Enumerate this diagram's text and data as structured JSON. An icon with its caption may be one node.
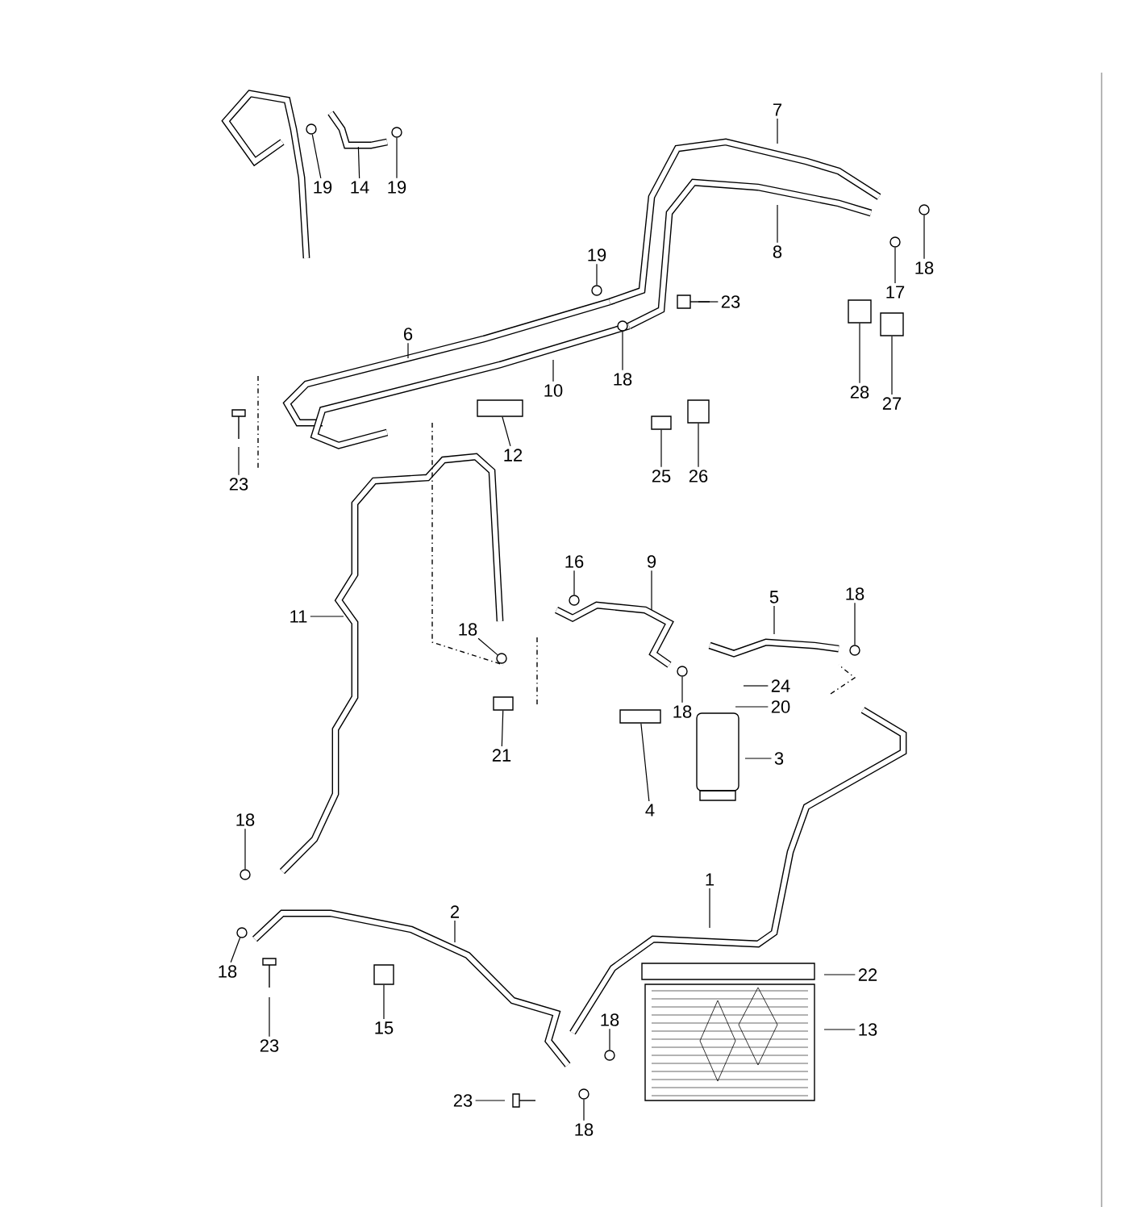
{
  "diagram": {
    "nodes": [
      {
        "text": [
          "19"
        ]
      },
      {
        "text": [
          "14"
        ]
      },
      {
        "text": [
          "19"
        ]
      },
      {
        "text": [
          "7"
        ]
      },
      {
        "text": [
          "8"
        ]
      },
      {
        "text": [
          "18"
        ]
      },
      {
        "text": [
          "17"
        ]
      },
      {
        "text": [
          "19"
        ]
      },
      {
        "text": [
          "23"
        ]
      },
      {
        "text": [
          "18"
        ]
      },
      {
        "text": [
          "6"
        ]
      },
      {
        "text": [
          "10"
        ]
      },
      {
        "text": [
          "28"
        ]
      },
      {
        "text": [
          "27"
        ]
      },
      {
        "text": [
          "12"
        ]
      },
      {
        "text": [
          "25"
        ]
      },
      {
        "text": [
          "26"
        ]
      },
      {
        "text": [
          "23"
        ]
      },
      {
        "text": [
          "16"
        ]
      },
      {
        "text": [
          "9"
        ]
      },
      {
        "text": [
          "11"
        ]
      },
      {
        "text": [
          "5"
        ]
      },
      {
        "text": [
          "18"
        ]
      },
      {
        "text": [
          "18"
        ]
      },
      {
        "text": [
          "24"
        ]
      },
      {
        "text": [
          "18"
        ]
      },
      {
        "text": [
          "20"
        ]
      },
      {
        "text": [
          "21"
        ]
      },
      {
        "text": [
          "3"
        ]
      },
      {
        "text": [
          "4"
        ]
      },
      {
        "text": [
          "18"
        ]
      },
      {
        "text": [
          "1"
        ]
      },
      {
        "text": [
          "2"
        ]
      },
      {
        "text": [
          "18"
        ]
      },
      {
        "text": [
          "22"
        ]
      },
      {
        "text": [
          "23"
        ]
      },
      {
        "text": [
          "15"
        ]
      },
      {
        "text": [
          "13"
        ]
      },
      {
        "text": [
          "18"
        ]
      },
      {
        "text": [
          "23"
        ]
      },
      {
        "text": [
          "18"
        ]
      },
      {
        "text": [],
        "shape": "circle"
      },
      {
        "text": [],
        "shape": "circle"
      },
      {
        "text": [],
        "shape": "circle"
      },
      {
        "text": [],
        "shape": "circle"
      },
      {
        "text": [],
        "shape": "circle"
      },
      {
        "text": [],
        "shape": "circle"
      },
      {
        "text": [],
        "shape": "box"
      },
      {
        "text": [],
        "shape": "box"
      },
      {
        "text": [],
        "shape": "box"
      },
      {
        "text": [],
        "shape": "box"
      },
      {
        "text": [],
        "shape": "box"
      },
      {
        "text": [],
        "shape": "circle"
      },
      {
        "text": [],
        "shape": "circle"
      },
      {
        "text": [],
        "shape": "circle"
      },
      {
        "text": [],
        "shape": "circle"
      },
      {
        "text": [],
        "shape": "box"
      },
      {
        "text": [],
        "shape": "box"
      },
      {
        "text": [],
        "shape": "circle"
      },
      {
        "text": [],
        "shape": "circle"
      },
      {
        "text": [],
        "shape": "box"
      },
      {
        "text": [],
        "shape": "circle"
      },
      {
        "text": [],
        "shape": "circle"
      }
    ],
    "edges": [
      {
        "from": 0,
        "to": 41,
        "arrow": "none"
      },
      {
        "from": 1,
        "to": null,
        "arrow": "none"
      },
      {
        "from": 2,
        "to": 42,
        "arrow": "none"
      },
      {
        "from": 3,
        "to": null,
        "arrow": "none"
      },
      {
        "from": 4,
        "to": null,
        "arrow": "none"
      },
      {
        "from": 5,
        "to": 43,
        "arrow": "none"
      },
      {
        "from": 6,
        "to": 44,
        "arrow": "none"
      },
      {
        "from": 7,
        "to": 45,
        "arrow": "none"
      },
      {
        "from": 8,
        "to": null,
        "arrow": "none"
      },
      {
        "from": 9,
        "to": 46,
        "arrow": "none"
      },
      {
        "from": 10,
        "to": null,
        "arrow": "none"
      },
      {
        "from": 11,
        "to": null,
        "arrow": "none"
      },
      {
        "from": 12,
        "to": 47,
        "arrow": "none"
      },
      {
        "from": 13,
        "to": 48,
        "arrow": "none"
      },
      {
        "from": 14,
        "to": 49,
        "arrow": "none"
      },
      {
        "from": 15,
        "to": 50,
        "arrow": "none"
      },
      {
        "from": 16,
        "to": 51,
        "arrow": "none"
      },
      {
        "from": 17,
        "to": null,
        "arrow": "none"
      },
      {
        "from": 18,
        "to": 52,
        "arrow": "none"
      },
      {
        "from": 19,
        "to": null,
        "arrow": "none"
      },
      {
        "from": 20,
        "to": null,
        "arrow": "none"
      },
      {
        "from": 21,
        "to": null,
        "arrow": "none"
      },
      {
        "from": 22,
        "to": 53,
        "arrow": "none"
      },
      {
        "from": 23,
        "to": 54,
        "arrow": "none"
      },
      {
        "from": 24,
        "to": null,
        "arrow": "none"
      },
      {
        "from": 25,
        "to": 55,
        "arrow": "none"
      },
      {
        "from": 26,
        "to": null,
        "arrow": "none"
      },
      {
        "from": 27,
        "to": 56,
        "arrow": "none"
      },
      {
        "from": 28,
        "to": null,
        "arrow": "none"
      },
      {
        "from": 29,
        "to": 57,
        "arrow": "none"
      },
      {
        "from": 30,
        "to": 58,
        "arrow": "none"
      },
      {
        "from": 31,
        "to": null,
        "arrow": "none"
      },
      {
        "from": 32,
        "to": null,
        "arrow": "none"
      },
      {
        "from": 33,
        "to": 59,
        "arrow": "none"
      },
      {
        "from": 34,
        "to": null,
        "arrow": "none"
      },
      {
        "from": 35,
        "to": null,
        "arrow": "none"
      },
      {
        "from": 36,
        "to": 60,
        "arrow": "none"
      },
      {
        "from": 37,
        "to": null,
        "arrow": "none"
      },
      {
        "from": 38,
        "to": 61,
        "arrow": "none"
      },
      {
        "from": 39,
        "to": null,
        "arrow": "none"
      },
      {
        "from": 40,
        "to": 62,
        "arrow": "none"
      }
    ]
  }
}
